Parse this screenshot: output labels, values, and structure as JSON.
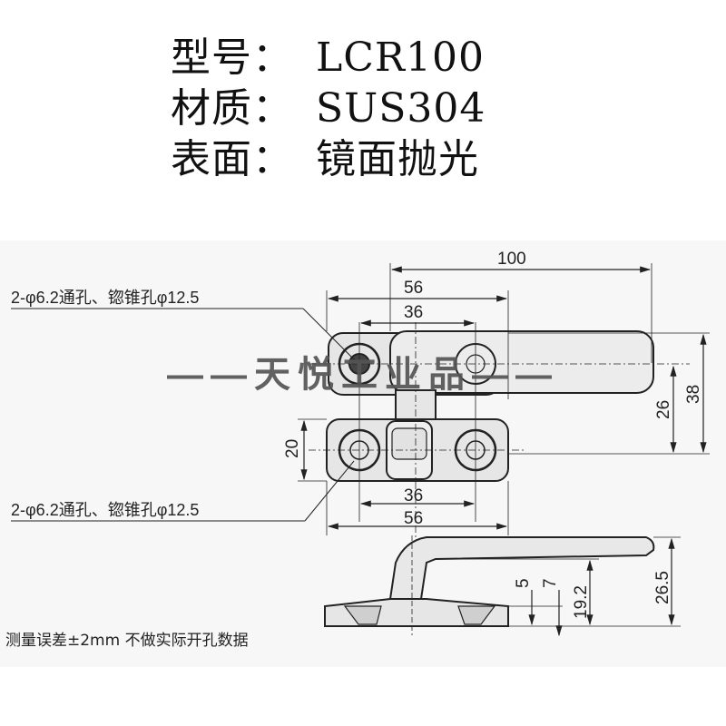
{
  "specs": [
    {
      "label": "型号：",
      "value": "LCR100"
    },
    {
      "label": "材质：",
      "value": "SUS304"
    },
    {
      "label": "表面：",
      "value": "镜面抛光"
    }
  ],
  "drawing": {
    "callout_top": "2-φ6.2通孔、锪锥孔φ12.5",
    "callout_bottom": "2-φ6.2通孔、锪锥孔φ12.5",
    "dims": {
      "overall_length": "100",
      "top_56": "56",
      "top_36": "36",
      "bottom_36": "36",
      "bottom_56": "56",
      "height_20": "20",
      "height_26": "26",
      "height_38": "38",
      "side_5": "5",
      "side_7": "7",
      "side_19_2": "19.2",
      "side_26_5": "26.5"
    }
  },
  "watermark": "——天悦工业品——",
  "footer_note": "测量误差±2mm 不做实际开孔数据",
  "colors": {
    "line": "#222222",
    "fill": "#e6e6e6",
    "watermark": "#555555",
    "bg": "#f7f7f7"
  }
}
